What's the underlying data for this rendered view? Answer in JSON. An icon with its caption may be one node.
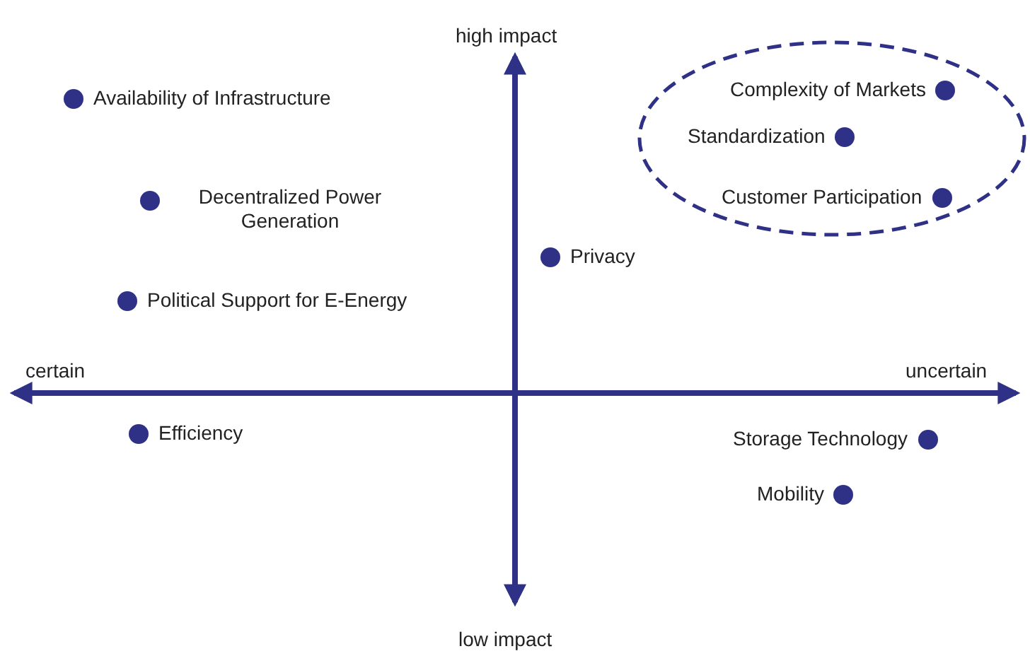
{
  "diagram": {
    "nodes": [
      {
        "text": [
          "Availability of Infrastructure"
        ]
      },
      {
        "text": [],
        "shape": "ellipse"
      },
      {
        "text": [
          "Complexity of Markets"
        ],
        "in": 1
      },
      {
        "text": [
          "Standardization"
        ],
        "in": 1
      },
      {
        "text": [
          "Decentralized Power Generation"
        ]
      },
      {
        "text": [
          "Customer Participation"
        ],
        "in": 1
      },
      {
        "text": [
          "Privacy"
        ]
      },
      {
        "text": [
          "Political Support for E-Energy"
        ]
      },
      {
        "text": [
          "Efficiency"
        ]
      },
      {
        "text": [
          "Storage Technology"
        ]
      },
      {
        "text": [
          "Mobility"
        ]
      }
    ],
    "labels": [
      "high impact",
      "certain",
      "uncertain",
      "low impact"
    ]
  }
}
